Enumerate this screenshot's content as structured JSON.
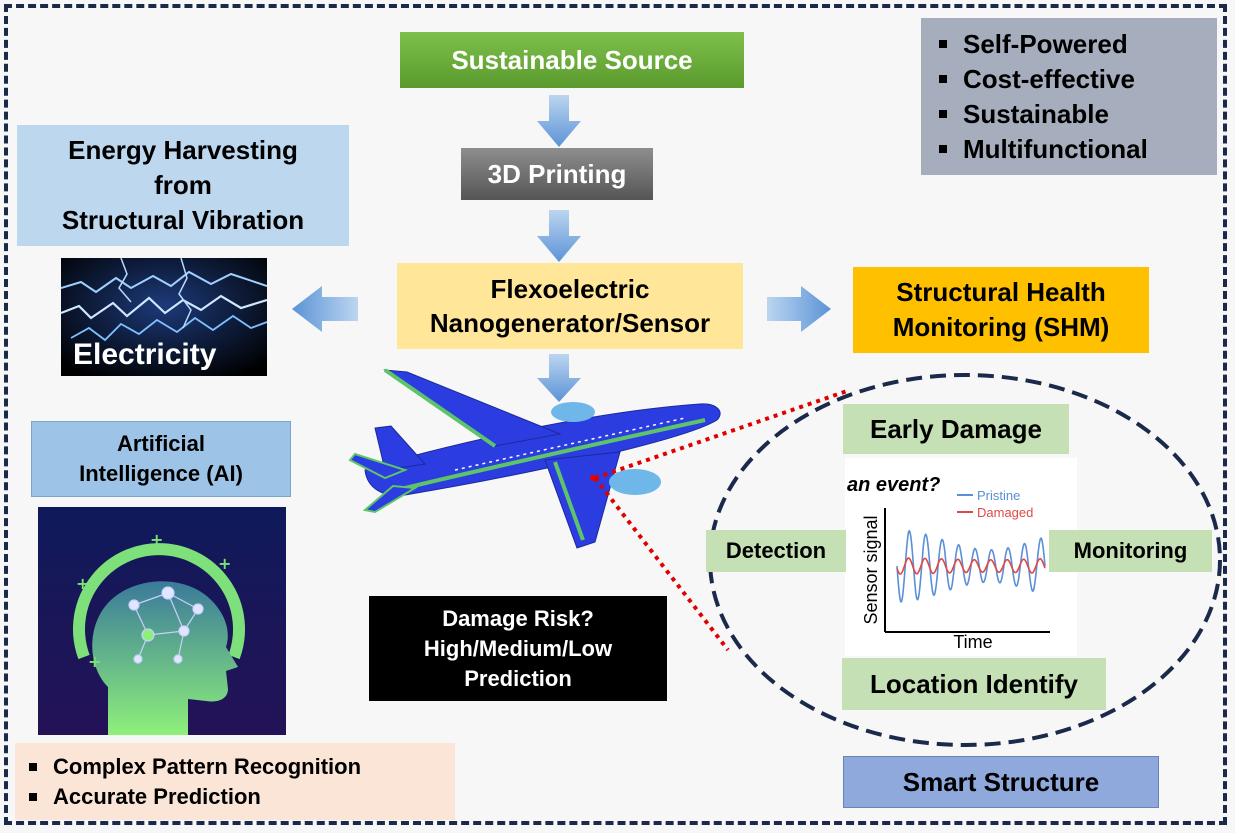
{
  "top_flow": {
    "sustainable_source": "Sustainable Source",
    "printing": "3D Printing",
    "nanogenerator_line1": "Flexoelectric",
    "nanogenerator_line2": "Nanogenerator/Sensor"
  },
  "energy": {
    "line1": "Energy Harvesting",
    "line2": "from",
    "line3": "Structural Vibration",
    "electricity": "Electricity"
  },
  "shm": {
    "line1": "Structural Health",
    "line2": "Monitoring (SHM)"
  },
  "features": [
    "Self-Powered",
    "Cost-effective",
    "Sustainable",
    "Multifunctional"
  ],
  "ai": {
    "line1": "Artificial",
    "line2": "Intelligence (AI)",
    "bullets": [
      "Complex Pattern Recognition",
      "Accurate Prediction"
    ]
  },
  "risk": {
    "line1": "Damage Risk?",
    "line2": "High/Medium/Low",
    "line3": "Prediction"
  },
  "smart": {
    "early_damage": "Early Damage",
    "detection": "Detection",
    "monitoring": "Monitoring",
    "location": "Location Identify",
    "smart_structure": "Smart Structure"
  },
  "signal_plot": {
    "question": "an event?",
    "legend_pristine": "Pristine",
    "legend_damaged": "Damaged",
    "ylabel": "Sensor signal",
    "xlabel": "Time",
    "pristine_color": "#5b8fd6",
    "damaged_color": "#e04848"
  },
  "colors": {
    "green": "#6aaa3a",
    "light_blue": "#bdd7ee",
    "yellow": "#ffe699",
    "orange": "#ffc000",
    "gray_blue": "#a6aebd",
    "light_green": "#c5e0b4",
    "peach": "#fbe5d6",
    "lavender": "#8fa9dc",
    "black": "#000000",
    "frame": "#1b2a4a"
  }
}
